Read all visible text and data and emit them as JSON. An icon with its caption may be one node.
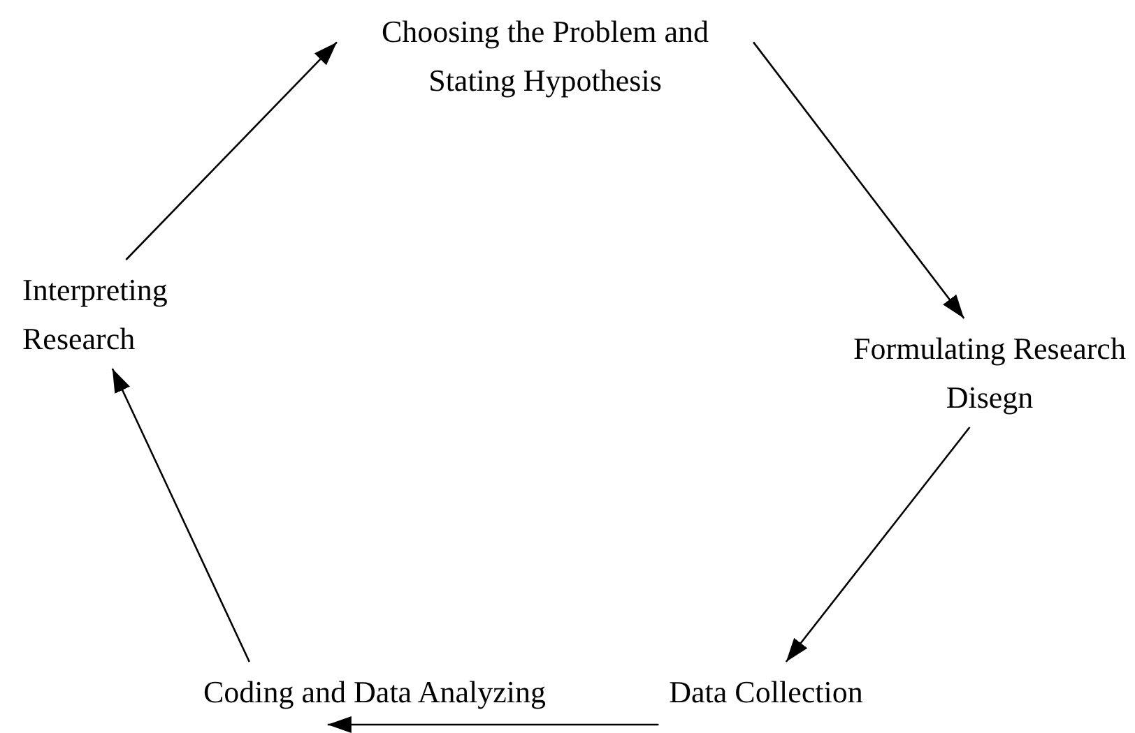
{
  "diagram": {
    "nodes": [
      {
        "text": [
          "Choosing the Problem and Stating Hypothesis"
        ]
      },
      {
        "text": [
          "Formulating Research Disegn"
        ]
      },
      {
        "text": [
          "Data Collection"
        ]
      },
      {
        "text": [
          "Coding and Data Analyzing"
        ]
      },
      {
        "text": [
          "Interpreting Research"
        ]
      }
    ],
    "edges": [
      {
        "from": 0,
        "to": 1,
        "arrow": "to"
      },
      {
        "from": 1,
        "to": 2,
        "arrow": "to"
      },
      {
        "from": 2,
        "to": 3,
        "arrow": "to"
      },
      {
        "from": 3,
        "to": 4,
        "arrow": "to"
      },
      {
        "from": 4,
        "to": 0,
        "arrow": "to"
      }
    ]
  }
}
